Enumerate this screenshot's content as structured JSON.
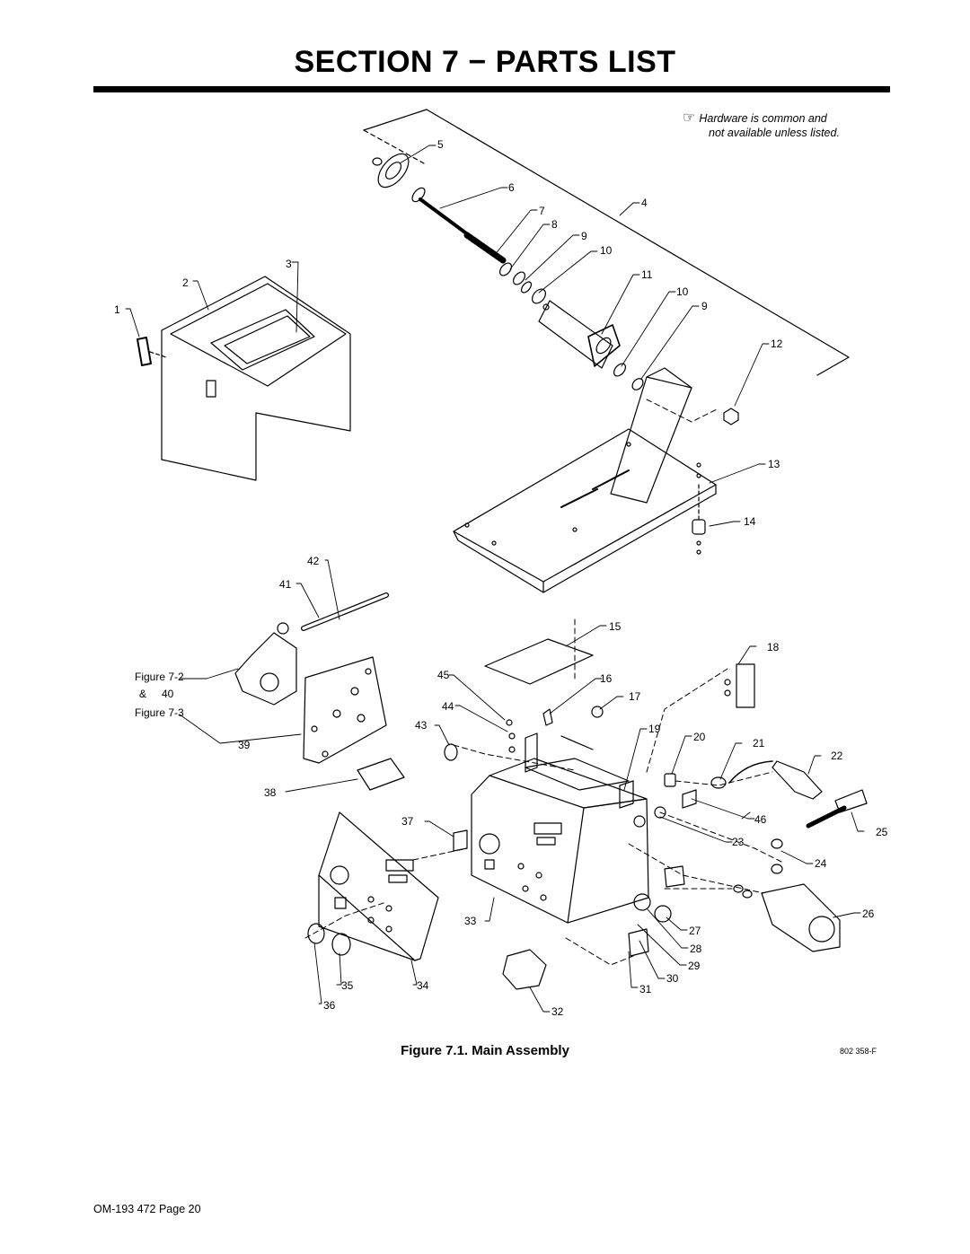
{
  "page": {
    "title": "SECTION 7 − PARTS LIST",
    "note_line1": "Hardware is common and",
    "note_line2": "not available unless listed.",
    "note_icon": "pointing-hand-icon",
    "figure_caption": "Figure 7.1. Main Assembly",
    "drawing_number": "802 358-F",
    "footer": "OM-193 472 Page 20"
  },
  "callouts": {
    "c1": "1",
    "c2": "2",
    "c3": "3",
    "c4": "4",
    "c5": "5",
    "c6": "6",
    "c7": "7",
    "c8": "8",
    "c9": "9",
    "c10": "10",
    "c11": "11",
    "c10b": "10",
    "c9b": "9",
    "c12": "12",
    "c13": "13",
    "c14": "14",
    "c15": "15",
    "c16": "16",
    "c17": "17",
    "c18": "18",
    "c19": "19",
    "c20": "20",
    "c21": "21",
    "c22": "22",
    "c23": "23",
    "c24": "24",
    "c25": "25",
    "c26": "26",
    "c27": "27",
    "c28": "28",
    "c29": "29",
    "c30": "30",
    "c31": "31",
    "c32": "32",
    "c33": "33",
    "c34": "34",
    "c35": "35",
    "c36": "36",
    "c37": "37",
    "c38": "38",
    "c39": "39",
    "c40": "40",
    "c41": "41",
    "c42": "42",
    "c43": "43",
    "c44": "44",
    "c45": "45",
    "c46": "46",
    "fig_ref1": "Figure 7-2",
    "fig_ref_amp": "&",
    "fig_ref2": "Figure 7-3"
  }
}
